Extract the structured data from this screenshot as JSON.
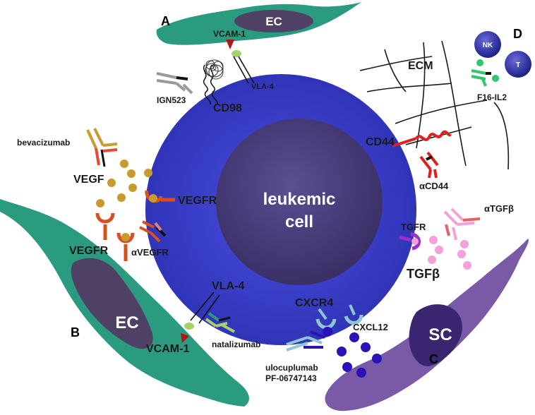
{
  "panels": {
    "a": "A",
    "b": "B",
    "c": "C",
    "d": "D"
  },
  "cell": {
    "line1": "leukemic",
    "line2": "cell"
  },
  "labels": {
    "ec_top": "EC",
    "vcam1_top": "VCAM-1",
    "vla4_top": "VLA-4",
    "ign523": "IGN523",
    "cd98": "CD98",
    "ecm": "ECM",
    "nk": "NK",
    "t": "T",
    "f16il2": "F16-IL2",
    "cd44": "CD44",
    "acd44": "αCD44",
    "bevacizumab": "bevacizumab",
    "vegf": "VEGF",
    "vegfr_cell": "VEGFR",
    "vegfr_ec": "VEGFR",
    "avegfr": "αVEGFR",
    "ec_left": "EC",
    "vla4_bottom": "VLA-4",
    "vcam1_bottom": "VCAM-1",
    "natalizumab": "natalizumab",
    "cxcr4": "CXCR4",
    "cxcl12": "CXCL12",
    "ulocuplumab": "ulocuplumab",
    "pf": "PF-06747143",
    "tgfr": "TGFR",
    "atgfb": "αTGFβ",
    "tgfb": "TGFβ",
    "sc": "SC"
  },
  "colors": {
    "ec": "#2a9b7e",
    "ec_nucleus": "#4f4166",
    "cell_outer": "#3b3fc4",
    "cell_inner": "#4a3f7a",
    "sc": "#7a5aa6",
    "sc_nucleus": "#3a2670",
    "vegf": "#c99a2e",
    "vegfr": "#d8501e",
    "cxcl12": "#2a12b8",
    "tgfb": "#f5a0d8",
    "cd44": "#e02020"
  }
}
